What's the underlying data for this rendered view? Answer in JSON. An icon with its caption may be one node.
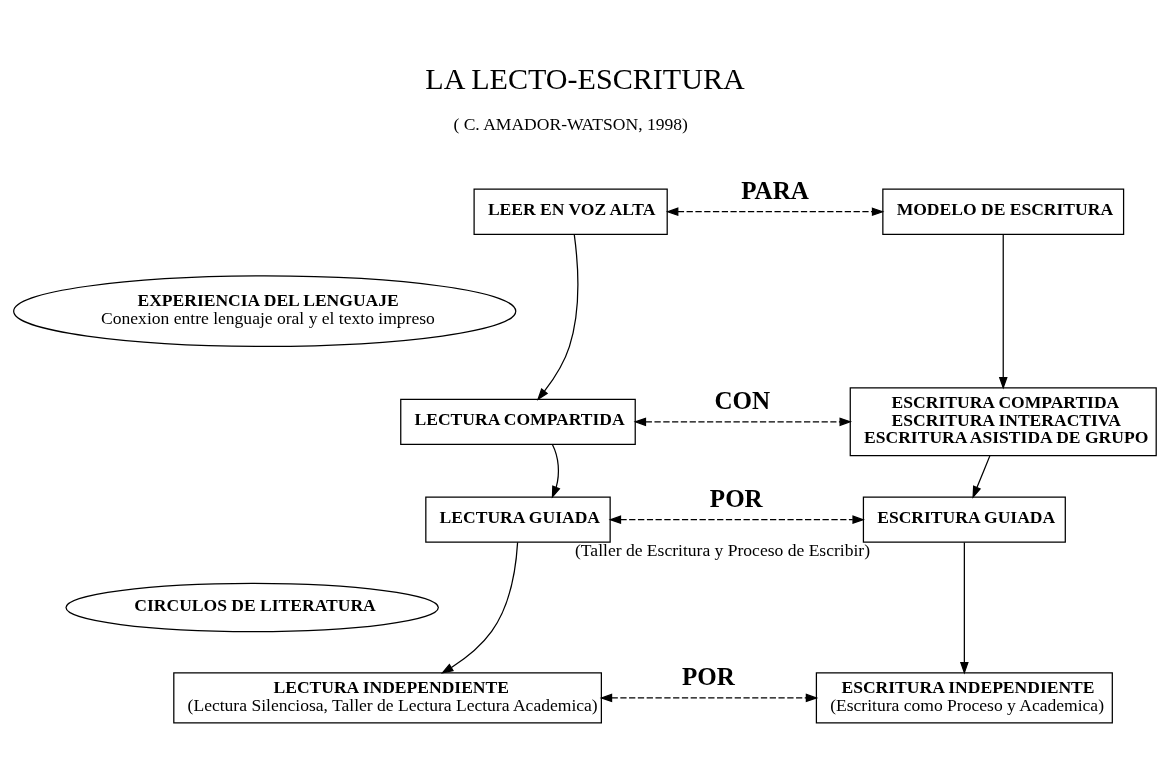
{
  "diagram": {
    "title": "LA LECTO-ESCRITURA",
    "nodes": [
      {
        "text": [
          "LEER EN VOZ ALTA"
        ]
      },
      {
        "text": [
          "MODELO DE ESCRITURA"
        ]
      },
      {
        "text": [
          "EXPERIENCIA DEL LENGUAJE",
          "Conexion entre lenguaje oral y el texto impreso"
        ]
      },
      {
        "text": [
          "LECTURA COMPARTIDA"
        ]
      },
      {
        "text": [
          "ESCRITURA COMPARTIDA",
          "ESCRITURA INTERACTIVA",
          "ESCRITURA ASISTIDA DE GRUPO"
        ]
      },
      {
        "text": [
          "LECTURA GUIADA"
        ]
      },
      {
        "text": [
          "ESCRITURA GUIADA"
        ],
        "beside": [
          "(Taller de Escritura y Proceso de Escribir)"
        ]
      },
      {
        "text": [
          "CIRCULOS DE LITERATURA"
        ]
      },
      {
        "text": [
          "LECTURA INDEPENDIENTE",
          "(Lectura Silenciosa, Taller de Lectura Lectura Academica)"
        ]
      },
      {
        "text": [
          "ESCRITURA INDEPENDIENTE",
          "(Escritura como Proceso y Academica)"
        ]
      }
    ],
    "edges": [
      {
        "from": 0,
        "to": 1,
        "arrow": "both",
        "label": "PARA",
        "style": "dashed"
      },
      {
        "from": 0,
        "to": 3,
        "arrow": "to"
      },
      {
        "from": 1,
        "to": 4,
        "arrow": "to"
      },
      {
        "from": 3,
        "to": 4,
        "arrow": "both",
        "label": "CON",
        "style": "dashed"
      },
      {
        "from": 3,
        "to": 5,
        "arrow": "to"
      },
      {
        "from": 4,
        "to": 6,
        "arrow": "to"
      },
      {
        "from": 5,
        "to": 6,
        "arrow": "both",
        "label": "POR",
        "style": "dashed"
      },
      {
        "from": 5,
        "to": 8,
        "arrow": "to"
      },
      {
        "from": 6,
        "to": 9,
        "arrow": "to"
      },
      {
        "from": 8,
        "to": 9,
        "arrow": "both",
        "label": "POR",
        "style": "dashed"
      }
    ],
    "labels": [
      "( C. AMADOR-WATSON, 1998)"
    ]
  }
}
